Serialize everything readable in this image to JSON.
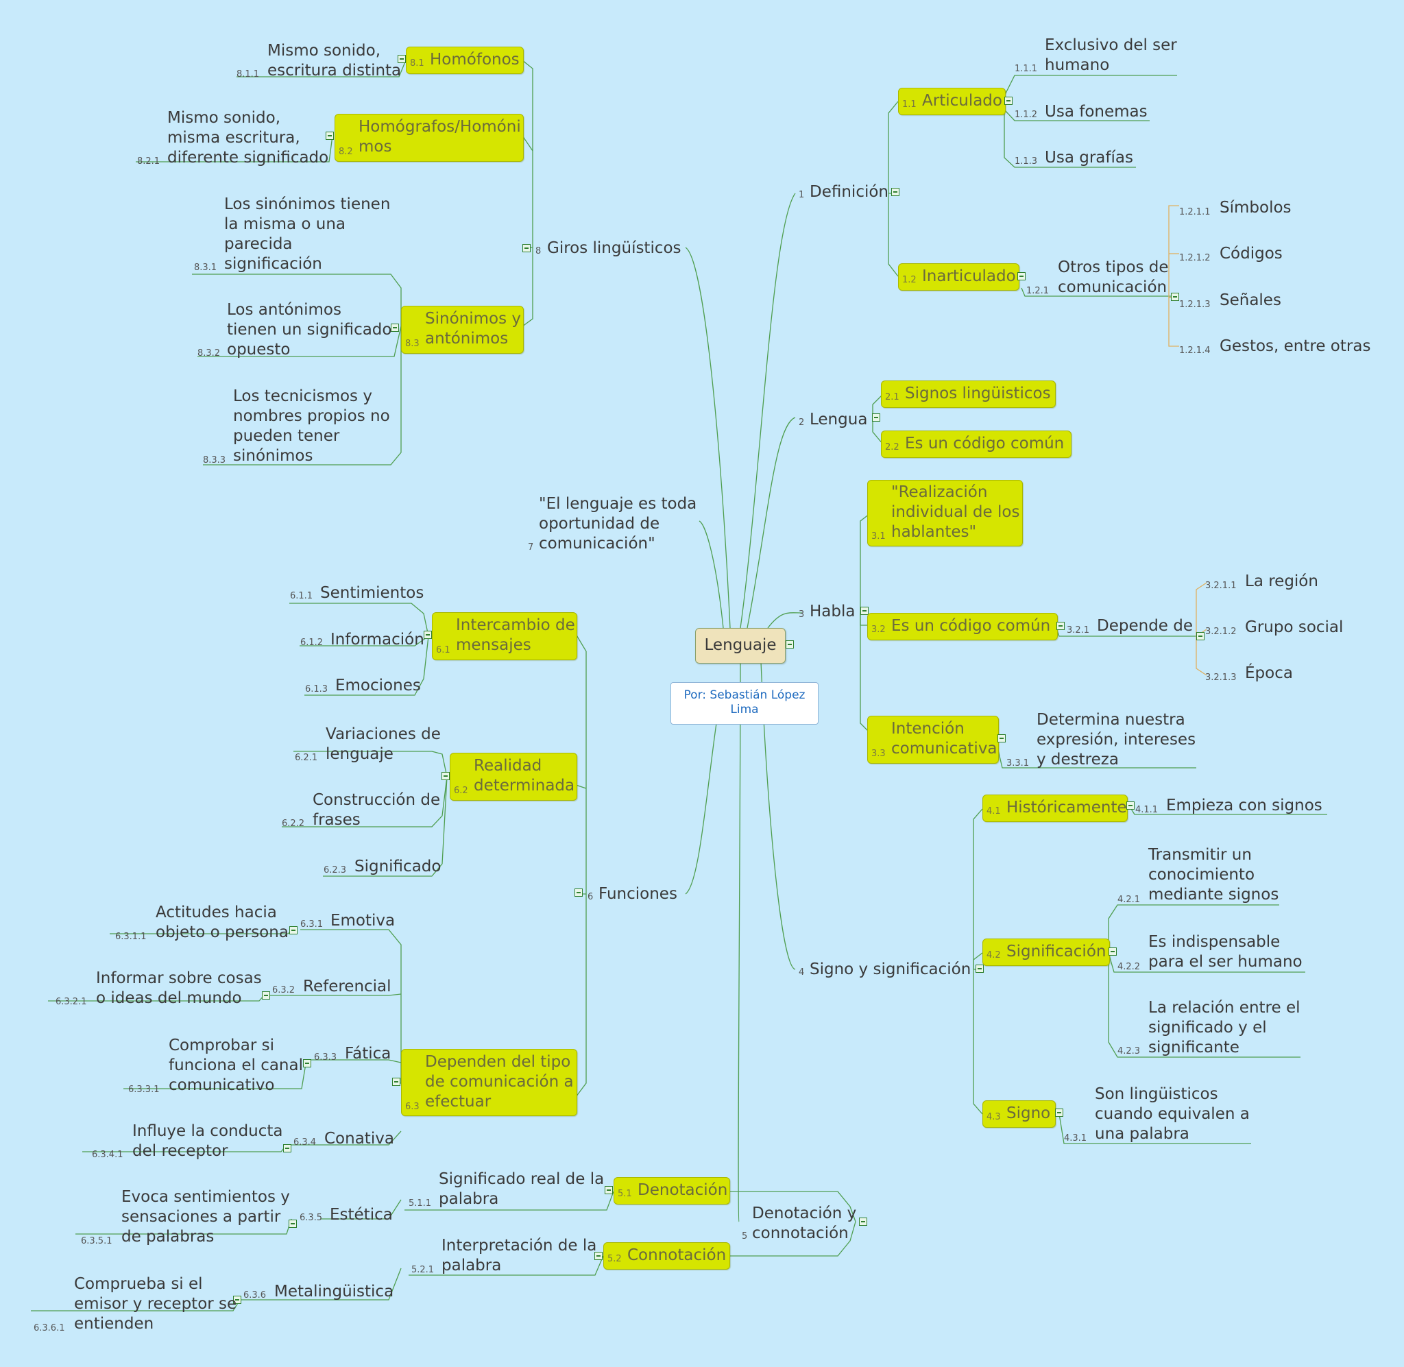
{
  "central": {
    "label": "Lenguaje"
  },
  "author": "Por: Sebastián López Lima",
  "t1": {
    "num": "1",
    "label": "Definición"
  },
  "t1_1": {
    "num": "1.1",
    "label": "Articulado"
  },
  "t1_1_1": {
    "num": "1.1.1",
    "label": "Exclusivo del ser\nhumano"
  },
  "t1_1_2": {
    "num": "1.1.2",
    "label": "Usa fonemas"
  },
  "t1_1_3": {
    "num": "1.1.3",
    "label": "Usa grafías"
  },
  "t1_2": {
    "num": "1.2",
    "label": "Inarticulado"
  },
  "t1_2_1": {
    "num": "1.2.1",
    "label": "Otros tipos de\ncomunicación"
  },
  "t1_2_1_1": {
    "num": "1.2.1.1",
    "label": "Símbolos"
  },
  "t1_2_1_2": {
    "num": "1.2.1.2",
    "label": "Códigos"
  },
  "t1_2_1_3": {
    "num": "1.2.1.3",
    "label": "Señales"
  },
  "t1_2_1_4": {
    "num": "1.2.1.4",
    "label": "Gestos, entre otras"
  },
  "t2": {
    "num": "2",
    "label": "Lengua"
  },
  "t2_1": {
    "num": "2.1",
    "label": "Signos lingüisticos"
  },
  "t2_2": {
    "num": "2.2",
    "label": "Es un código común"
  },
  "t3": {
    "num": "3",
    "label": "Habla"
  },
  "t3_1": {
    "num": "3.1",
    "label": "\"Realización\nindividual de los\nhablantes\""
  },
  "t3_2": {
    "num": "3.2",
    "label": "Es un código común"
  },
  "t3_2_1": {
    "num": "3.2.1",
    "label": "Depende de"
  },
  "t3_2_1_1": {
    "num": "3.2.1.1",
    "label": "La región"
  },
  "t3_2_1_2": {
    "num": "3.2.1.2",
    "label": "Grupo social"
  },
  "t3_2_1_3": {
    "num": "3.2.1.3",
    "label": "Época"
  },
  "t3_3": {
    "num": "3.3",
    "label": "Intención\ncomunicativa"
  },
  "t3_3_1": {
    "num": "3.3.1",
    "label": "Determina nuestra\nexpresión, intereses\ny destreza"
  },
  "t4": {
    "num": "4",
    "label": "Signo y significación"
  },
  "t4_1": {
    "num": "4.1",
    "label": "Históricamente"
  },
  "t4_1_1": {
    "num": "4.1.1",
    "label": "Empieza con signos"
  },
  "t4_2": {
    "num": "4.2",
    "label": "Significación"
  },
  "t4_2_1": {
    "num": "4.2.1",
    "label": "Transmitir un\nconocimiento\nmediante signos"
  },
  "t4_2_2": {
    "num": "4.2.2",
    "label": "Es indispensable\npara el ser humano"
  },
  "t4_2_3": {
    "num": "4.2.3",
    "label": "La relación entre el\nsignificado y el\nsignificante"
  },
  "t4_3": {
    "num": "4.3",
    "label": "Signo"
  },
  "t4_3_1": {
    "num": "4.3.1",
    "label": "Son lingüisticos\ncuando equivalen a\nuna palabra"
  },
  "t5": {
    "num": "5",
    "label": "Denotación y\nconnotación"
  },
  "t5_1": {
    "num": "5.1",
    "label": "Denotación"
  },
  "t5_1_1": {
    "num": "5.1.1",
    "label": "Significado real de la\npalabra"
  },
  "t5_2": {
    "num": "5.2",
    "label": "Connotación"
  },
  "t5_2_1": {
    "num": "5.2.1",
    "label": "Interpretación de la\npalabra"
  },
  "t6": {
    "num": "6",
    "label": "Funciones"
  },
  "t6_1": {
    "num": "6.1",
    "label": "Intercambio de\nmensajes"
  },
  "t6_1_1": {
    "num": "6.1.1",
    "label": "Sentimientos"
  },
  "t6_1_2": {
    "num": "6.1.2",
    "label": "Información"
  },
  "t6_1_3": {
    "num": "6.1.3",
    "label": "Emociones"
  },
  "t6_2": {
    "num": "6.2",
    "label": "Realidad\ndeterminada"
  },
  "t6_2_1": {
    "num": "6.2.1",
    "label": "Variaciones de\nlenguaje"
  },
  "t6_2_2": {
    "num": "6.2.2",
    "label": "Construcción de\nfrases"
  },
  "t6_2_3": {
    "num": "6.2.3",
    "label": "Significado"
  },
  "t6_3": {
    "num": "6.3",
    "label": "Dependen del tipo\nde comunicación a\nefectuar"
  },
  "t6_3_1": {
    "num": "6.3.1",
    "label": "Emotiva"
  },
  "t6_3_1_1": {
    "num": "6.3.1.1",
    "label": "Actitudes hacia\nobjeto o persona"
  },
  "t6_3_2": {
    "num": "6.3.2",
    "label": "Referencial"
  },
  "t6_3_2_1": {
    "num": "6.3.2.1",
    "label": "Informar sobre cosas\no ideas del mundo"
  },
  "t6_3_3": {
    "num": "6.3.3",
    "label": "Fática"
  },
  "t6_3_3_1": {
    "num": "6.3.3.1",
    "label": "Comprobar si\nfunciona el canal\ncomunicativo"
  },
  "t6_3_4": {
    "num": "6.3.4",
    "label": "Conativa"
  },
  "t6_3_4_1": {
    "num": "6.3.4.1",
    "label": "Influye la conducta\ndel receptor"
  },
  "t6_3_5": {
    "num": "6.3.5",
    "label": "Estética"
  },
  "t6_3_5_1": {
    "num": "6.3.5.1",
    "label": "Evoca sentimientos y\nsensaciones a partir\nde palabras"
  },
  "t6_3_6": {
    "num": "6.3.6",
    "label": "Metalingüistica"
  },
  "t6_3_6_1": {
    "num": "6.3.6.1",
    "label": "Comprueba si el\nemisor y receptor se\nentienden"
  },
  "t7": {
    "num": "7",
    "label": "\"El lenguaje es toda\noportunidad de\ncomunicación\""
  },
  "t8": {
    "num": "8",
    "label": "Giros lingüísticos"
  },
  "t8_1": {
    "num": "8.1",
    "label": "Homófonos"
  },
  "t8_1_1": {
    "num": "8.1.1",
    "label": "Mismo sonido,\nescritura distinta"
  },
  "t8_2": {
    "num": "8.2",
    "label": "Homógrafos/Homóni\nmos"
  },
  "t8_2_1": {
    "num": "8.2.1",
    "label": "Mismo sonido,\nmisma escritura,\ndiferente significado"
  },
  "t8_3": {
    "num": "8.3",
    "label": "Sinónimos y\nantónimos"
  },
  "t8_3_1": {
    "num": "8.3.1",
    "label": "Los sinónimos tienen\nla misma o una\nparecida\nsignificación"
  },
  "t8_3_2": {
    "num": "8.3.2",
    "label": "Los antónimos\ntienen un significado\nopuesto"
  },
  "t8_3_3": {
    "num": "8.3.3",
    "label": "Los tecnicismos y\nnombres propios no\npueden tener\nsinónimos"
  }
}
